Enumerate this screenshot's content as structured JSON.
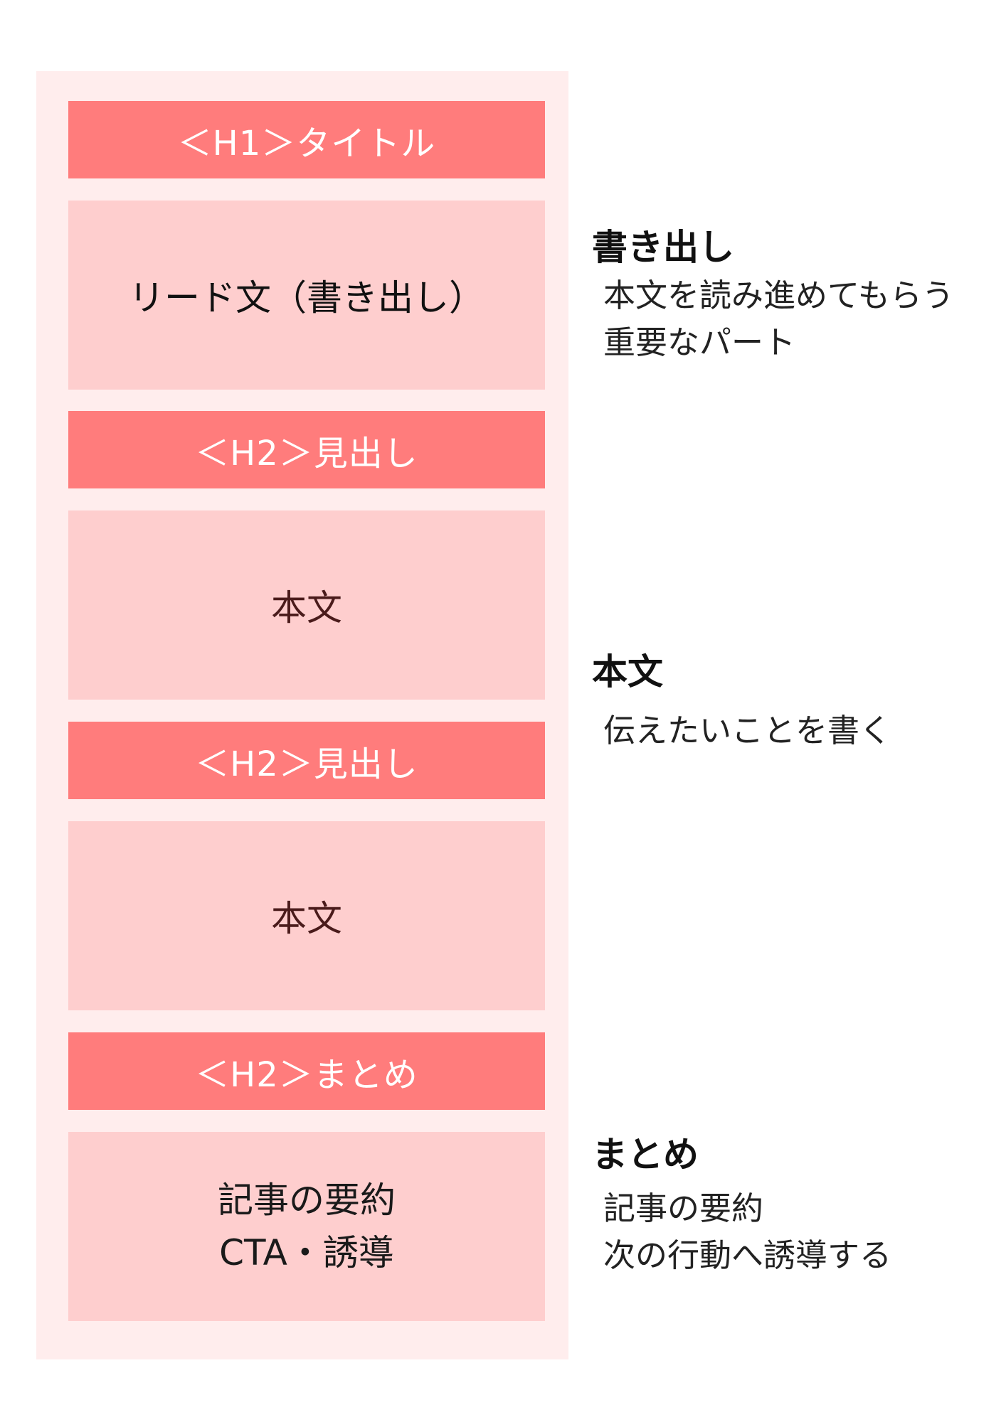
{
  "structure": {
    "h1_title": "＜H1＞タイトル",
    "lead_text": "リード文（書き出し）",
    "h2_heading_1": "＜H2＞見出し",
    "body_1": "本文",
    "h2_heading_2": "＜H2＞見出し",
    "body_2": "本文",
    "h2_summary": "＜H2＞まとめ",
    "summary_lines": [
      "記事の要約",
      "CTA・誘導"
    ]
  },
  "notes": {
    "intro": {
      "title": "書き出し",
      "lines": [
        "本文を読み進めてもらう",
        "重要なパート"
      ]
    },
    "body": {
      "title": "本文",
      "lines": [
        "伝えたいことを書く"
      ]
    },
    "summary": {
      "title": "まとめ",
      "lines": [
        "記事の要約",
        "次の行動へ誘導する"
      ]
    }
  },
  "colors": {
    "panel_background": "#ffeded",
    "heading_block": "#ff7c7c",
    "content_block": "#fecece"
  }
}
